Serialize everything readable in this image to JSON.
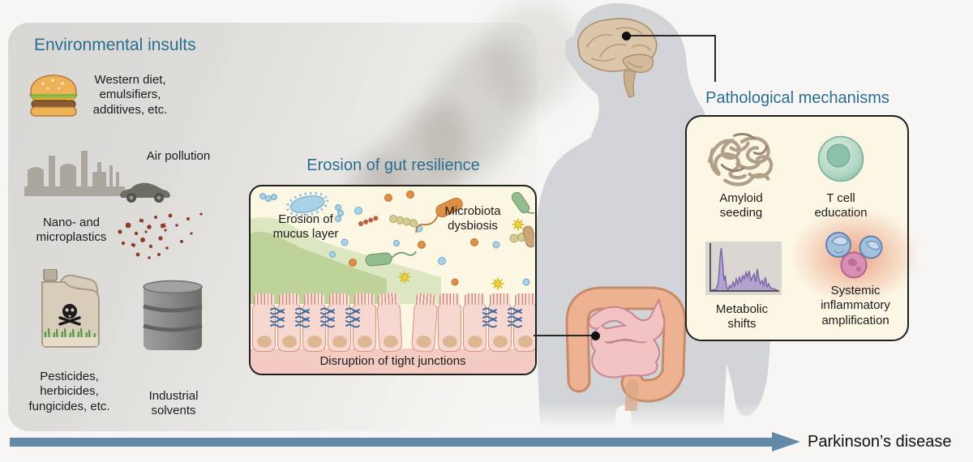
{
  "environmental": {
    "title": "Environmental insults",
    "diet_label": "Western diet,\nemulsifiers,\nadditives, etc.",
    "air_label": "Air pollution",
    "plastics_label": "Nano- and\nmicroplastics",
    "pesticides_label": "Pesticides,\nherbicides,\nfungicides, etc.",
    "solvents_label": "Industrial\nsolvents",
    "icons": [
      "burger-icon",
      "factory-icon",
      "car-icon",
      "microplastics-icon",
      "pesticide-jug-icon",
      "barrel-icon"
    ]
  },
  "gut": {
    "title": "Erosion of gut resilience",
    "mucus_label": "Erosion of\nmucus layer",
    "dysbiosis_label": "Microbiota\ndysbiosis",
    "junction_label": "Disruption of tight junctions",
    "icons": [
      "bacteria-icons",
      "mucus-layer",
      "epithelium",
      "tight-junction-icons"
    ]
  },
  "pathological": {
    "title": "Pathological mechanisms",
    "amyloid_label": "Amyloid\nseeding",
    "tcell_label": "T cell\neducation",
    "metabolic_label": "Metabolic\nshifts",
    "systemic_label": "Systemic\ninflammatory\namplification",
    "icons": [
      "amyloid-fibrils-icon",
      "t-cell-icon",
      "metabolic-spectrum-icon",
      "immune-cells-icon"
    ]
  },
  "body_figure": {
    "icons": [
      "human-silhouette",
      "brain-icon",
      "intestines-icon"
    ]
  },
  "outcome_label": "Parkinson’s disease",
  "colors": {
    "accent_teal": "#2a6d92",
    "arrow_blue": "#6289a7",
    "panel_cream": "#fcf7e5",
    "panel_gray": "#dcdbd8",
    "epithelium_pink": "#f7d8d0",
    "lamina_pink": "#f3cbc3",
    "mucus_green": "#b9d096",
    "junction_blue": "#3f6ba3"
  }
}
